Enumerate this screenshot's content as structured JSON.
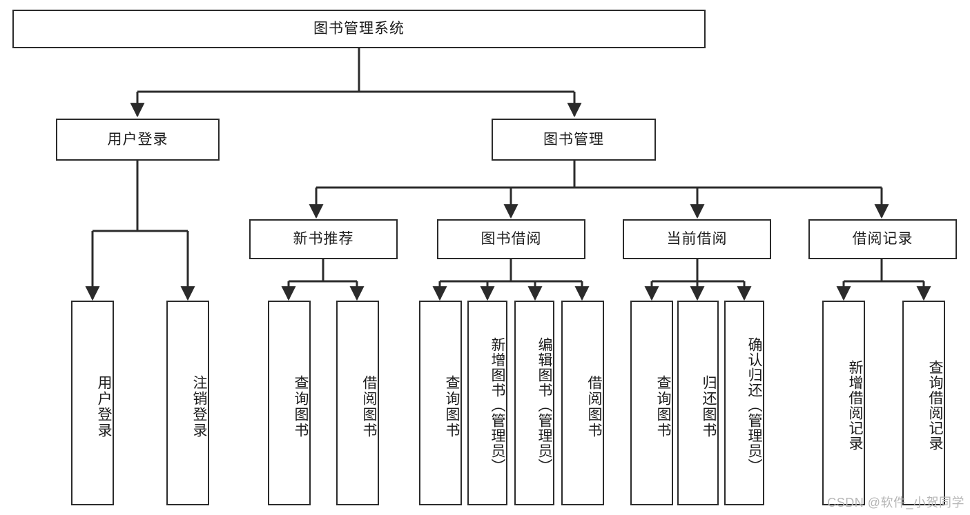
{
  "diagram": {
    "type": "tree-hierarchy",
    "title": "图书管理系统",
    "orientation": "top-down",
    "colors": {
      "stroke": "#2b2b2b",
      "fill": "#ffffff",
      "text": "#1b1b1b",
      "watermark": "#b6b6b6"
    },
    "nodes": {
      "root": {
        "label": "图书管理系统"
      },
      "level2": [
        {
          "id": "user-login",
          "label": "用户登录"
        },
        {
          "id": "book-management",
          "label": "图书管理"
        }
      ],
      "level3": [
        {
          "id": "new-book-recommend",
          "label": "新书推荐"
        },
        {
          "id": "book-borrow",
          "label": "图书借阅"
        },
        {
          "id": "current-borrow",
          "label": "当前借阅"
        },
        {
          "id": "borrow-record",
          "label": "借阅记录"
        }
      ],
      "leaves": {
        "user_login": [
          {
            "id": "leaf-user-login",
            "label": "用户登录"
          },
          {
            "id": "leaf-logout-login",
            "label": "注销登录"
          }
        ],
        "new_book_recommend": [
          {
            "id": "leaf-query-book-1",
            "label": "查询图书"
          },
          {
            "id": "leaf-borrow-book-1",
            "label": "借阅图书"
          }
        ],
        "book_borrow": [
          {
            "id": "leaf-query-book-2",
            "label": "查询图书"
          },
          {
            "id": "leaf-add-book",
            "label": "新增图书（管理员）"
          },
          {
            "id": "leaf-edit-book",
            "label": "编辑图书（管理员）"
          },
          {
            "id": "leaf-borrow-book-2",
            "label": "借阅图书"
          }
        ],
        "current_borrow": [
          {
            "id": "leaf-query-book-3",
            "label": "查询图书"
          },
          {
            "id": "leaf-return-book",
            "label": "归还图书"
          },
          {
            "id": "leaf-confirm-return",
            "label": "确认归还（管理员）"
          }
        ],
        "borrow_record": [
          {
            "id": "leaf-add-record",
            "label": "新增借阅记录"
          },
          {
            "id": "leaf-query-record",
            "label": "查询借阅记录"
          }
        ]
      }
    },
    "edges": [
      {
        "from": "图书管理系统",
        "to": "用户登录"
      },
      {
        "from": "图书管理系统",
        "to": "图书管理"
      },
      {
        "from": "用户登录",
        "to": "用户登录"
      },
      {
        "from": "用户登录",
        "to": "注销登录"
      },
      {
        "from": "图书管理",
        "to": "新书推荐"
      },
      {
        "from": "图书管理",
        "to": "图书借阅"
      },
      {
        "from": "图书管理",
        "to": "当前借阅"
      },
      {
        "from": "图书管理",
        "to": "借阅记录"
      },
      {
        "from": "新书推荐",
        "to": "查询图书"
      },
      {
        "from": "新书推荐",
        "to": "借阅图书"
      },
      {
        "from": "图书借阅",
        "to": "查询图书"
      },
      {
        "from": "图书借阅",
        "to": "新增图书（管理员）"
      },
      {
        "from": "图书借阅",
        "to": "编辑图书（管理员）"
      },
      {
        "from": "图书借阅",
        "to": "借阅图书"
      },
      {
        "from": "当前借阅",
        "to": "查询图书"
      },
      {
        "from": "当前借阅",
        "to": "归还图书"
      },
      {
        "from": "当前借阅",
        "to": "确认归还（管理员）"
      },
      {
        "from": "借阅记录",
        "to": "新增借阅记录"
      },
      {
        "from": "借阅记录",
        "to": "查询借阅记录"
      }
    ]
  },
  "watermark": {
    "text": "CSDN @软件_小贺同学"
  }
}
